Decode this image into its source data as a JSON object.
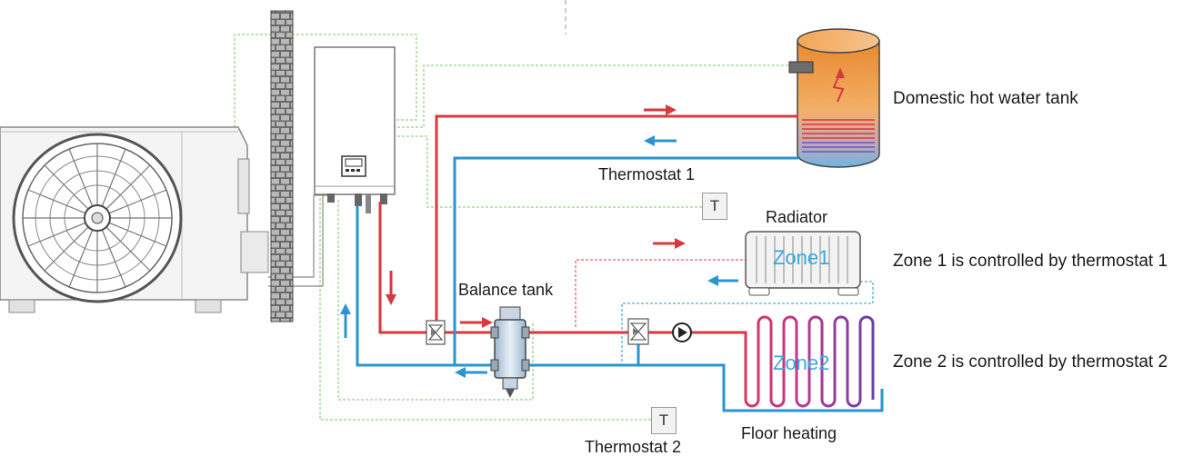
{
  "labels": {
    "dhw_tank": "Domestic hot water tank",
    "thermostat1": "Thermostat 1",
    "thermostat2": "Thermostat 2",
    "radiator": "Radiator",
    "balance_tank": "Balance tank",
    "zone1_desc": "Zone 1 is controlled by thermostat 1",
    "zone2_desc": "Zone 2 is controlled by thermostat 2",
    "floor_heating": "Floor heating",
    "zone1": "Zone1",
    "zone2": "Zone2",
    "thermostat_symbol": "T"
  },
  "colors": {
    "hot_pipe": "#d8383f",
    "cold_pipe": "#2a95d1",
    "signal_wire": "#7cc46a",
    "zone_text": "#3aa7e0",
    "wall_brick": "#5a5a5a",
    "tank_orange": "#f0a04b"
  },
  "icons": [
    "heat-pump-outdoor-unit",
    "brick-wall",
    "indoor-unit",
    "hot-water-tank",
    "radiator",
    "floor-heating-coil",
    "balance-tank",
    "three-way-valve",
    "circulation-pump",
    "thermostat",
    "flow-arrow"
  ]
}
